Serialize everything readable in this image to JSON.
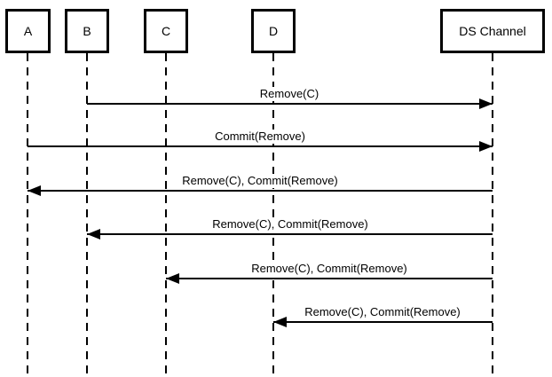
{
  "diagram": {
    "type": "sequence-diagram",
    "colors": {
      "background": "#ffffff",
      "line": "#000000",
      "text": "#000000"
    },
    "actors": [
      {
        "id": "A",
        "label": "A"
      },
      {
        "id": "B",
        "label": "B"
      },
      {
        "id": "C",
        "label": "C"
      },
      {
        "id": "D",
        "label": "D"
      },
      {
        "id": "DS",
        "label": "DS Channel"
      }
    ],
    "messages": [
      {
        "from": "B",
        "to": "DS Channel",
        "direction": "right",
        "label": "Remove(C)"
      },
      {
        "from": "A",
        "to": "DS Channel",
        "direction": "right",
        "label": "Commit(Remove)"
      },
      {
        "from": "DS Channel",
        "to": "A",
        "direction": "left",
        "label": "Remove(C), Commit(Remove)"
      },
      {
        "from": "DS Channel",
        "to": "B",
        "direction": "left",
        "label": "Remove(C), Commit(Remove)"
      },
      {
        "from": "DS Channel",
        "to": "C",
        "direction": "left",
        "label": "Remove(C), Commit(Remove)"
      },
      {
        "from": "DS Channel",
        "to": "D",
        "direction": "left",
        "label": "Remove(C), Commit(Remove)"
      }
    ]
  }
}
